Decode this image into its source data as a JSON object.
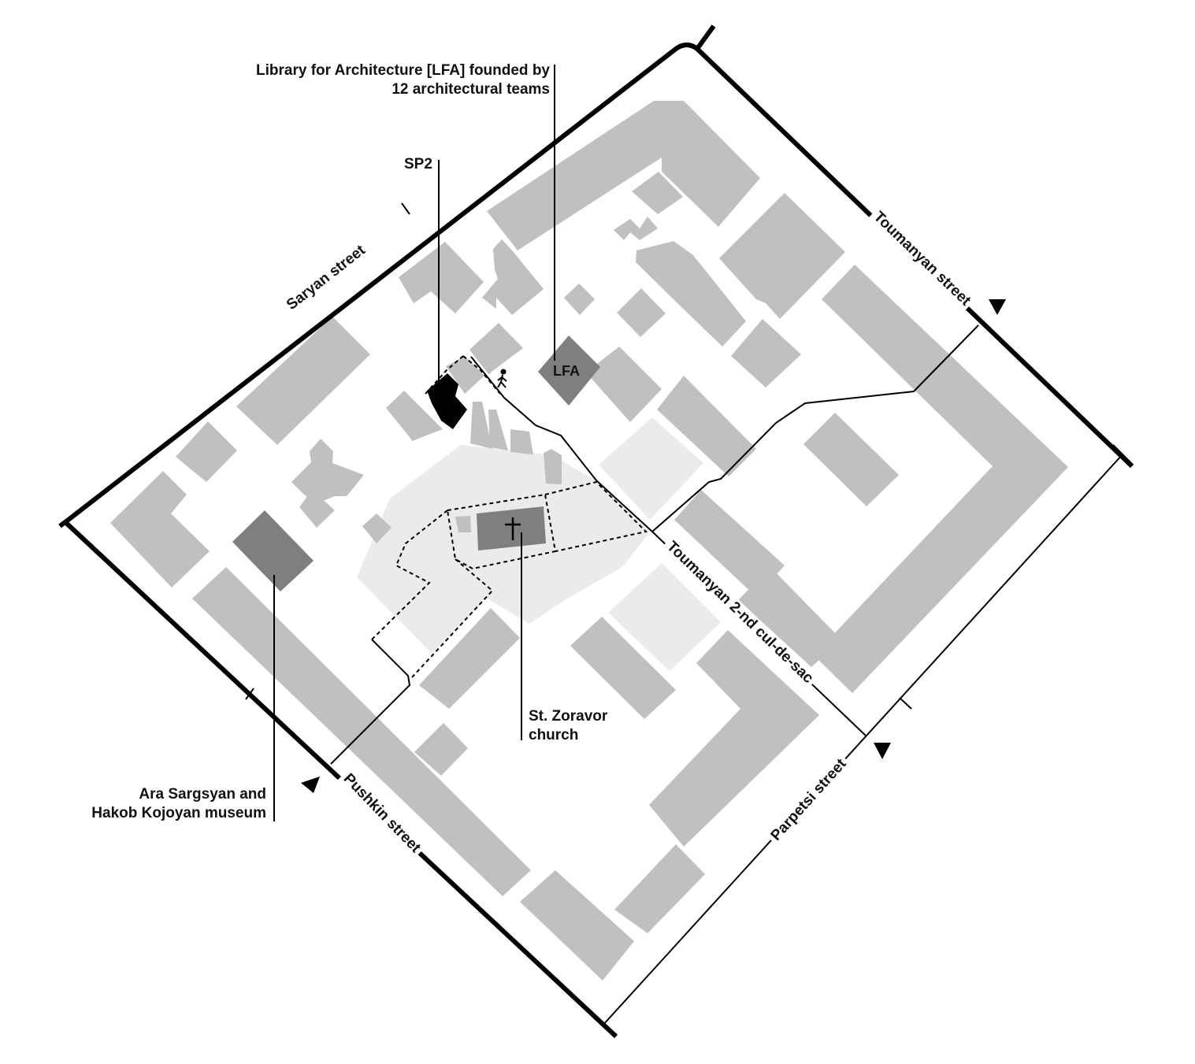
{
  "labels": {
    "lfa_full_line1": "Library for Architecture [LFA] founded by",
    "lfa_full_line2": "12 architectural teams",
    "sp2": "SP2",
    "lfa_short": "LFA",
    "church_line1": "St. Zoravor",
    "church_line2": "church",
    "museum_line1": "Ara Sargsyan and",
    "museum_line2": "Hakob Kojoyan museum"
  },
  "streets": {
    "saryan": "Saryan street",
    "toumanyan": "Toumanyan street",
    "toumanyan_cul": "Toumanyan 2-nd cul-de-sac",
    "pushkin": "Pushkin street",
    "parpetsi": "Parpetsi street"
  },
  "icons": [
    "walker-icon",
    "cross-icon",
    "arrow-down-icon"
  ],
  "colors": {
    "building": "#c0c0c0",
    "highlight_building": "#7f7f7f",
    "key_building": "#000000",
    "open_space": "#ebebeb",
    "street": "#000000"
  }
}
